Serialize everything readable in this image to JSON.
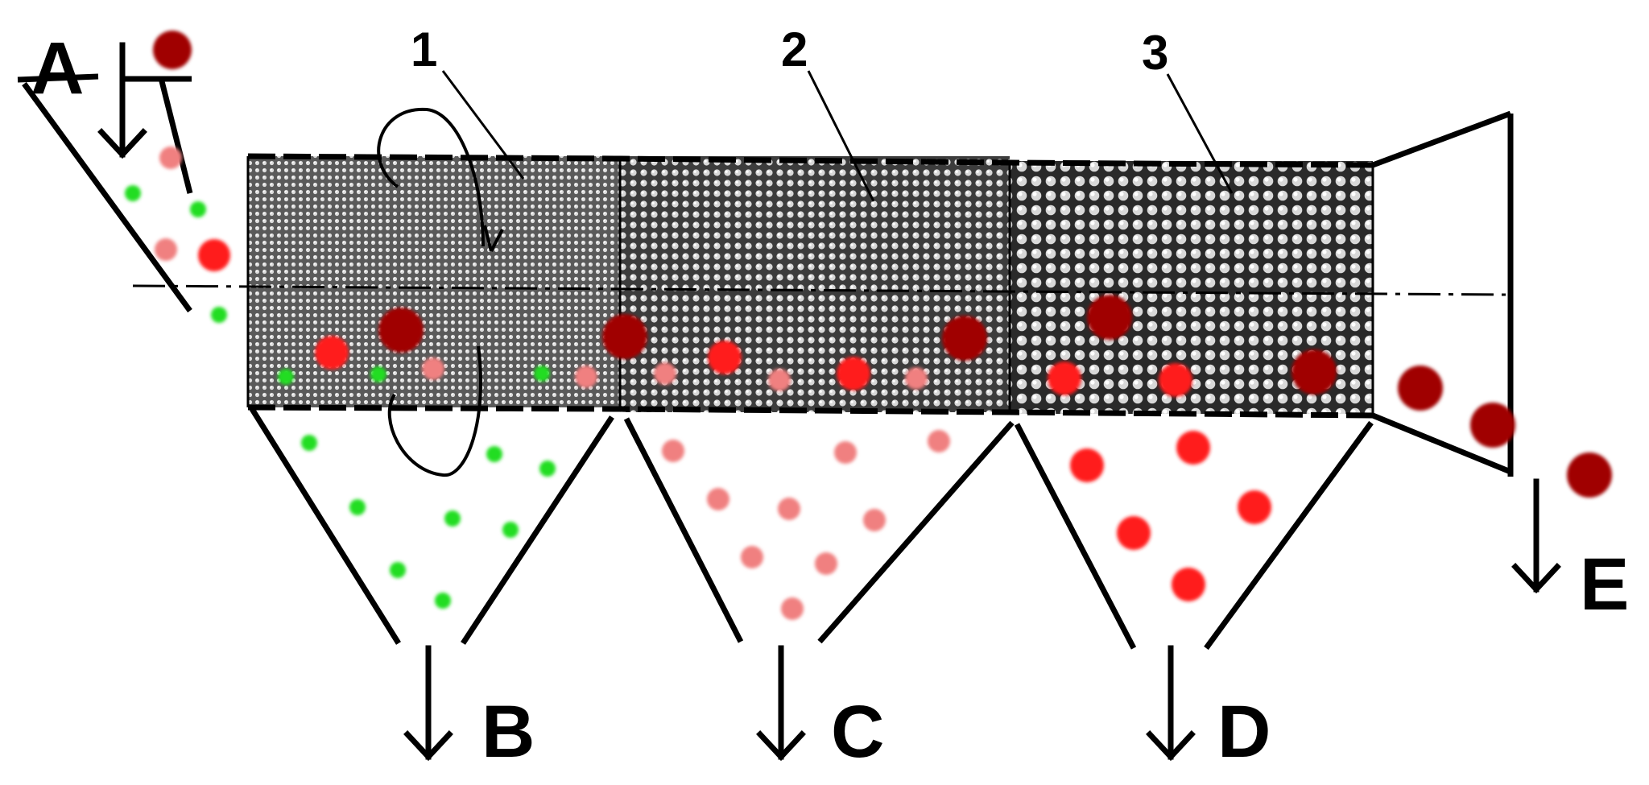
{
  "labels": {
    "inlet": "A",
    "outlet_1": "B",
    "outlet_2": "C",
    "outlet_3": "D",
    "outlet_end": "E",
    "section_1": "1",
    "section_2": "2",
    "section_3": "3"
  },
  "colors": {
    "small_particle": "#22dd22",
    "light_particle": "#f08080",
    "medium_particle": "#ff1a1a",
    "large_particle": "#a00000",
    "line": "#000000"
  },
  "icons": {
    "rotation": "rotation-arrow-icon",
    "flow": "down-arrow-icon"
  }
}
